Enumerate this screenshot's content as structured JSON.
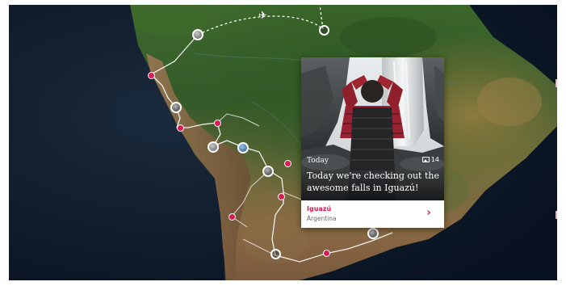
{
  "map": {
    "markers": [
      {
        "name": "photo-marker-northwest",
        "type": "photo",
        "style": ""
      },
      {
        "name": "photo-marker-amazon",
        "type": "ring",
        "style": ""
      },
      {
        "name": "stop-marker-colombia",
        "type": "red",
        "style": ""
      },
      {
        "name": "photo-marker-peru-north",
        "type": "photo",
        "style": "dark"
      },
      {
        "name": "stop-marker-peru-coast",
        "type": "red",
        "style": ""
      },
      {
        "name": "stop-marker-andes-1",
        "type": "red",
        "style": ""
      },
      {
        "name": "photo-marker-cusco",
        "type": "photo",
        "style": ""
      },
      {
        "name": "photo-marker-titicaca",
        "type": "photo",
        "style": "blue"
      },
      {
        "name": "photo-marker-bolivia",
        "type": "photo",
        "style": "dark"
      },
      {
        "name": "stop-marker-paraguay",
        "type": "red",
        "style": ""
      },
      {
        "name": "stop-marker-north-argentina",
        "type": "red",
        "style": ""
      },
      {
        "name": "stop-marker-chile-north",
        "type": "red",
        "style": ""
      },
      {
        "name": "photo-marker-uruguay",
        "type": "photo",
        "style": "dark"
      },
      {
        "name": "photo-marker-buenos-aires",
        "type": "ring",
        "style": ""
      },
      {
        "name": "stop-marker-south-brazil",
        "type": "red",
        "style": ""
      }
    ],
    "accent_color": "#d81b55",
    "route_color": "#ffffff"
  },
  "card": {
    "date": "Today",
    "photo_count": "14",
    "text": "Today we're checking out the awesome falls in Iguazú!",
    "place": "Iguazú",
    "country": "Argentina",
    "chevron_icon": "chevron-right-icon",
    "photo_icon": "photo-icon"
  }
}
